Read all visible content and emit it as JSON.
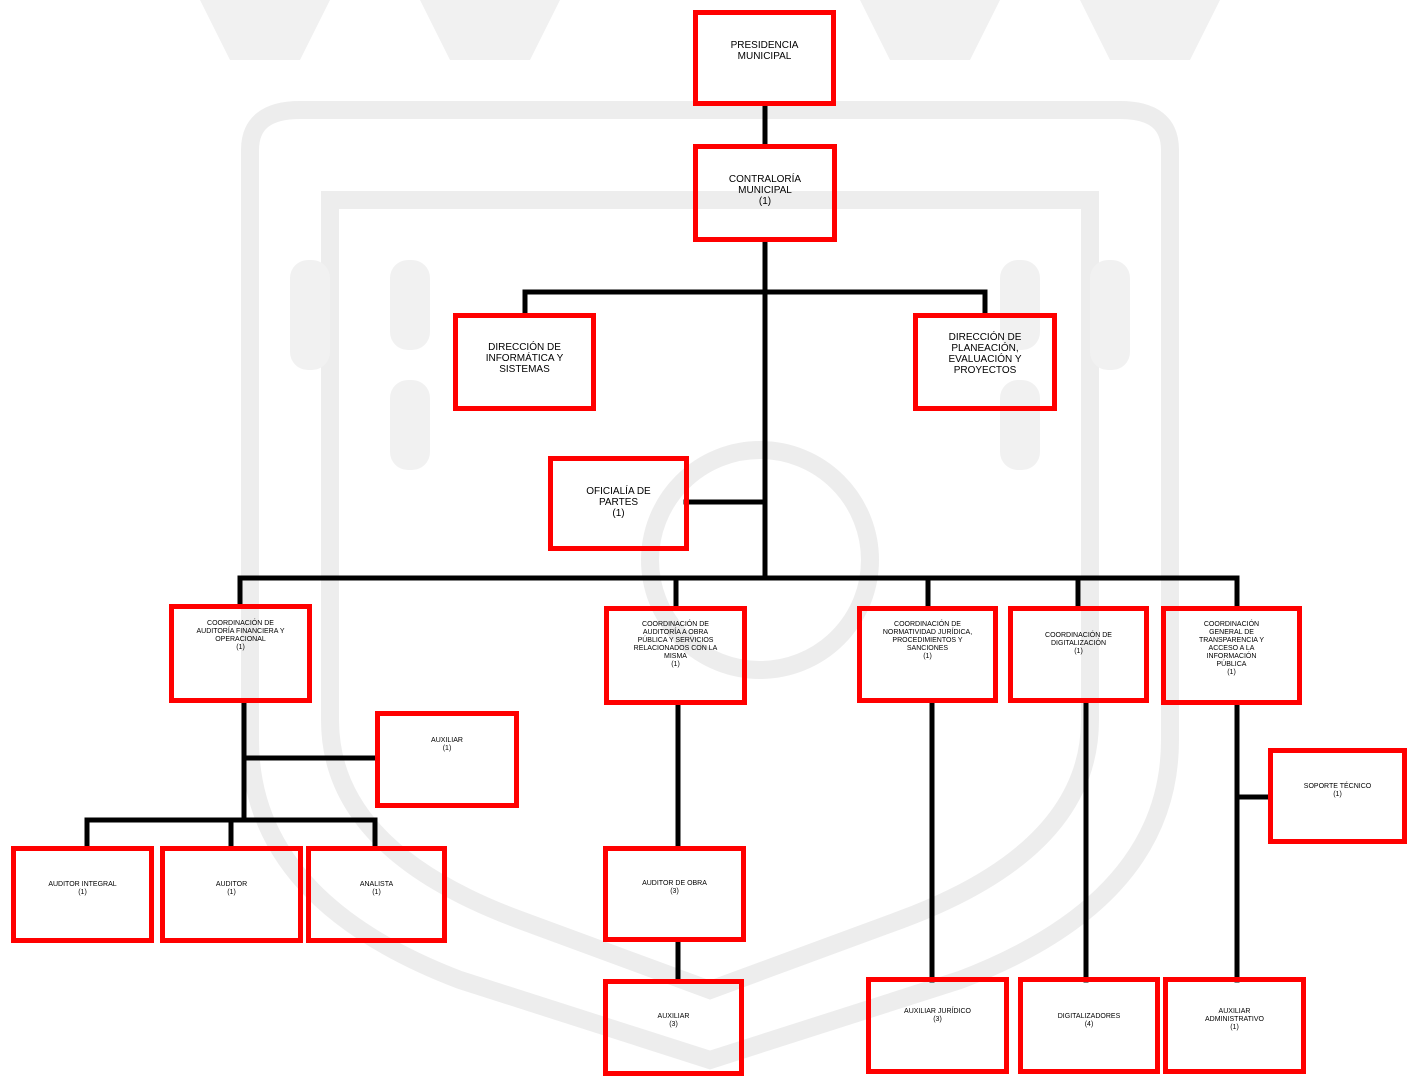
{
  "colors": {
    "box_border": "#ff0000",
    "connector": "#000000",
    "watermark": "#e6e6e6"
  },
  "nodes": {
    "presidencia": {
      "title": "PRESIDENCIA MUNICIPAL",
      "count": ""
    },
    "contraloria": {
      "title": "CONTRALORÍA MUNICIPAL",
      "count": "(1)"
    },
    "informatica": {
      "title": "DIRECCIÓN DE INFORMÁTICA Y SISTEMAS",
      "count": ""
    },
    "planeacion": {
      "title": "DIRECCIÓN DE PLANEACIÓN, EVALUACIÓN Y PROYECTOS",
      "count": ""
    },
    "oficialia": {
      "title": "OFICIALÍA DE PARTES",
      "count": "(1)"
    },
    "coord_auditoria_fin": {
      "title": "COORDINACIÓN DE AUDITORÍA FINANCIERA Y OPERACIONAL",
      "count": "(1)"
    },
    "coord_obra": {
      "title": "COORDINACIÓN DE AUDITORÍA A OBRA PÚBLICA Y SERVICIOS RELACIONADOS CON LA MISMA",
      "count": "(1)"
    },
    "coord_normatividad": {
      "title": "COORDINACIÓN DE NORMATIVIDAD JURÍDICA, PROCEDIMIENTOS Y SANCIONES",
      "count": "(1)"
    },
    "coord_digitalizacion": {
      "title": "COORDINACIÓN DE DIGITALIZACIÓN",
      "count": "(1)"
    },
    "coord_transparencia": {
      "title": "COORDINACIÓN GENERAL DE TRANSPARENCIA Y ACCESO A LA INFORMACIÓN PÚBLICA",
      "count": "(1)"
    },
    "auxiliar_fin": {
      "title": "AUXILIAR",
      "count": "(1)"
    },
    "auditor_integral": {
      "title": "AUDITOR INTEGRAL",
      "count": "(1)"
    },
    "auditor": {
      "title": "AUDITOR",
      "count": "(1)"
    },
    "analista": {
      "title": "ANALISTA",
      "count": "(1)"
    },
    "auditor_obra": {
      "title": "AUDITOR DE OBRA",
      "count": "(3)"
    },
    "auxiliar_obra": {
      "title": "AUXILIAR",
      "count": "(3)"
    },
    "auxiliar_juridico": {
      "title": "AUXILIAR JURÍDICO",
      "count": "(3)"
    },
    "digitalizadores": {
      "title": "DIGITALIZADORES",
      "count": "(4)"
    },
    "soporte_tecnico": {
      "title": "SOPORTE TÉCNICO",
      "count": "(1)"
    },
    "auxiliar_administrativo": {
      "title": "AUXILIAR ADMINISTRATIVO",
      "count": "(1)"
    }
  }
}
